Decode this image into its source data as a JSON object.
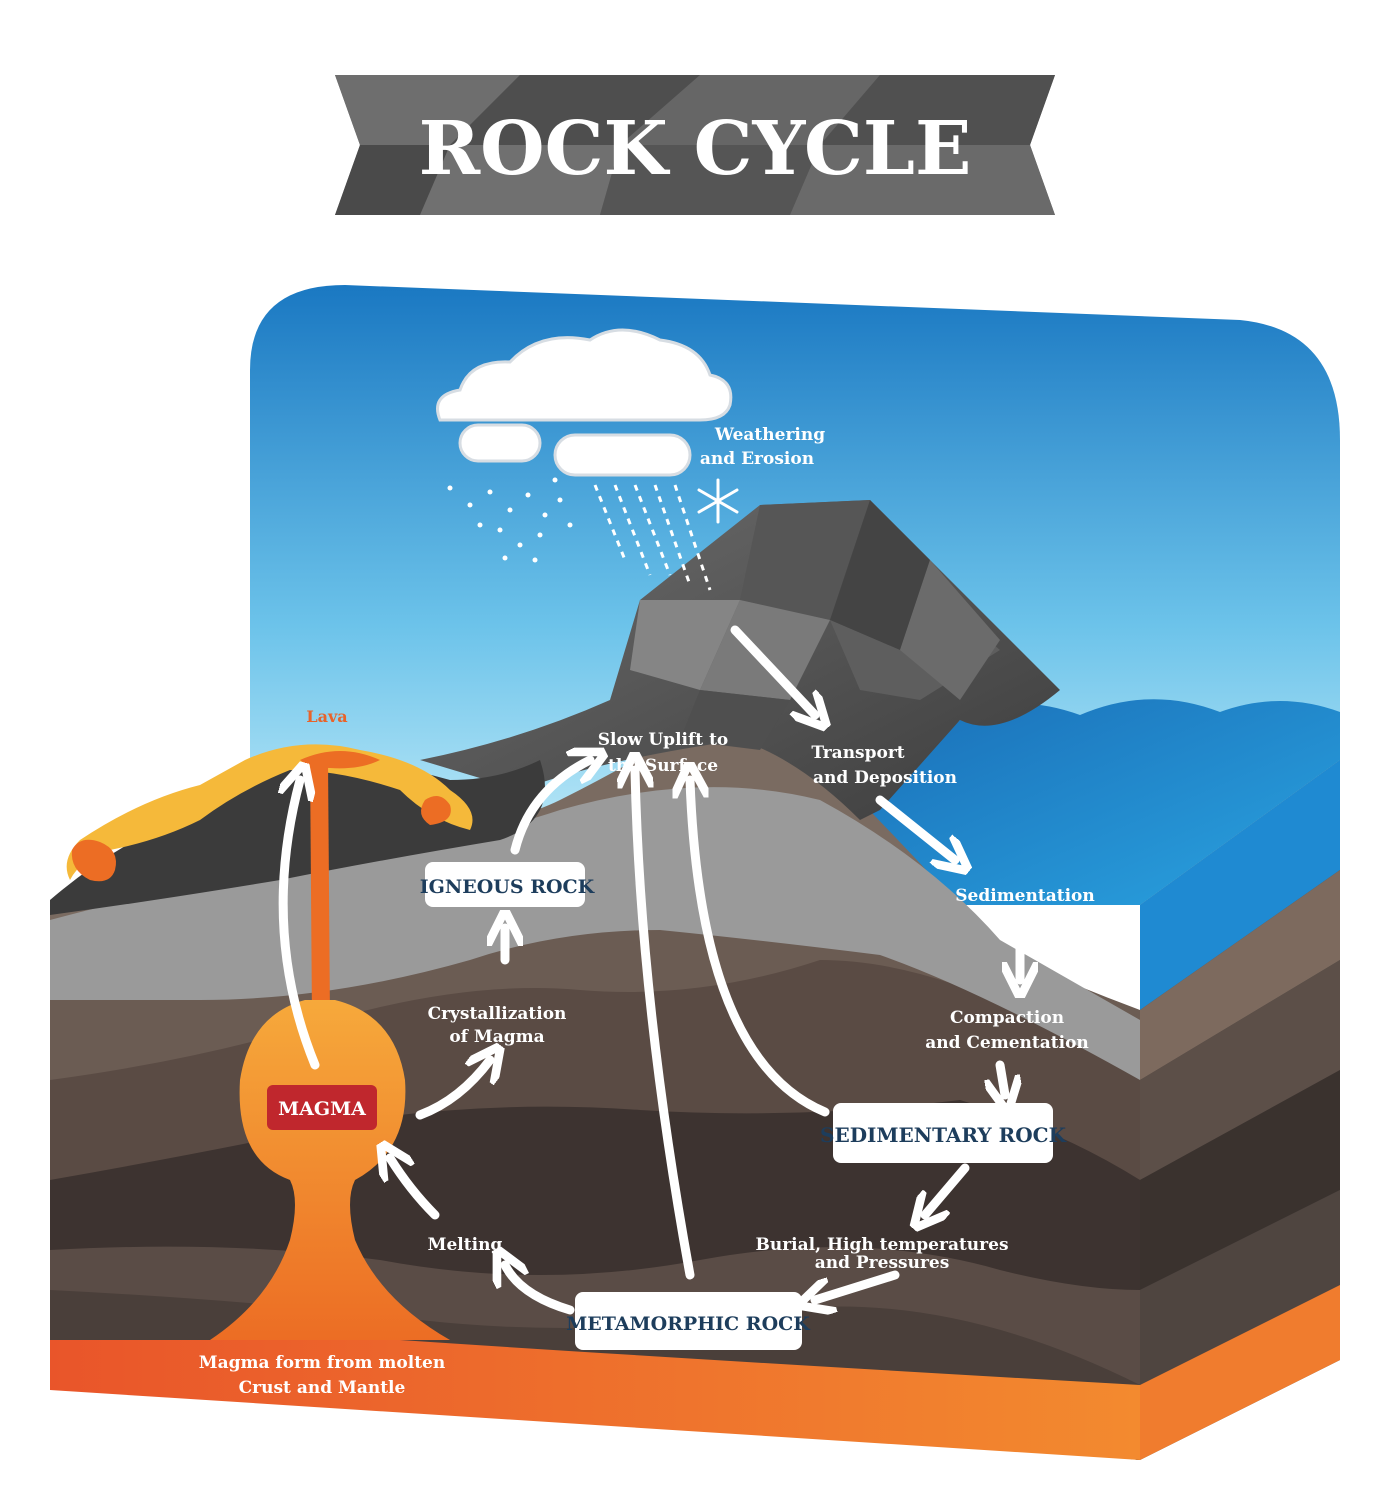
{
  "title": "ROCK CYCLE",
  "boxes": {
    "igneous": "IGNEOUS ROCK",
    "sedimentary": "SEDIMENTARY ROCK",
    "metamorphic": "METAMORPHIC ROCK",
    "magma": "MAGMA"
  },
  "labels": {
    "lava": "Lava",
    "weathering_1": "Weathering",
    "weathering_2": "and Erosion",
    "transport_1": "Transport",
    "transport_2": "and Deposition",
    "sedimentation": "Sedimentation",
    "compaction_1": "Compaction",
    "compaction_2": "and Cementation",
    "uplift_1": "Slow Uplift to",
    "uplift_2": "the Surface",
    "crystallization_1": "Crystallization",
    "crystallization_2": "of Magma",
    "melting": "Melting",
    "burial_1": "Burial, High temperatures",
    "burial_2": "and Pressures",
    "magma_form_1": "Magma form from molten",
    "magma_form_2": "Crust and Mantle"
  },
  "colors": {
    "sky_top": "#1a78c2",
    "sky_bottom": "#c9f0fb",
    "sea": "#1e8fd6",
    "magma": "#f08a2a",
    "magma_label": "#c0272d",
    "box_text": "#1d3d5c",
    "lava_label": "#e8632a",
    "crust_base": "#e8552a"
  },
  "icons": [
    "cloud-icon",
    "rain-icon",
    "snowflake-icon",
    "arrow-icon"
  ]
}
